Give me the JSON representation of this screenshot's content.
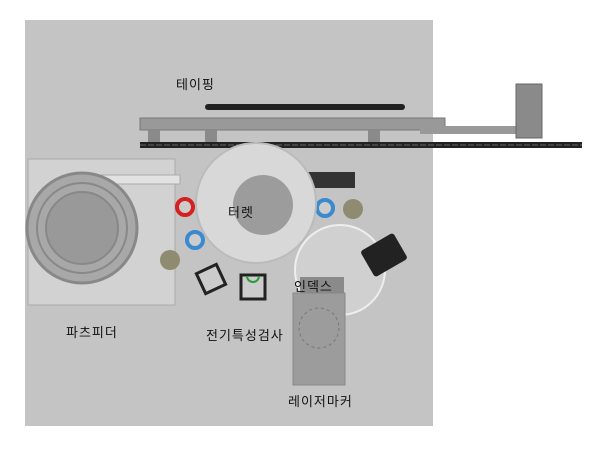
{
  "labels": {
    "taping": "테이핑",
    "turret": "터렛",
    "index": "인덱스",
    "parts_feeder": "파츠피더",
    "electrical_test": "전기특성검사",
    "laser_marker": "레이저마커"
  },
  "colors": {
    "panel": "#c4c4c4",
    "red_nozzle": "#d42020",
    "blue_nozzle": "#3a8ad0",
    "green_nozzle": "#2a9a3a"
  }
}
